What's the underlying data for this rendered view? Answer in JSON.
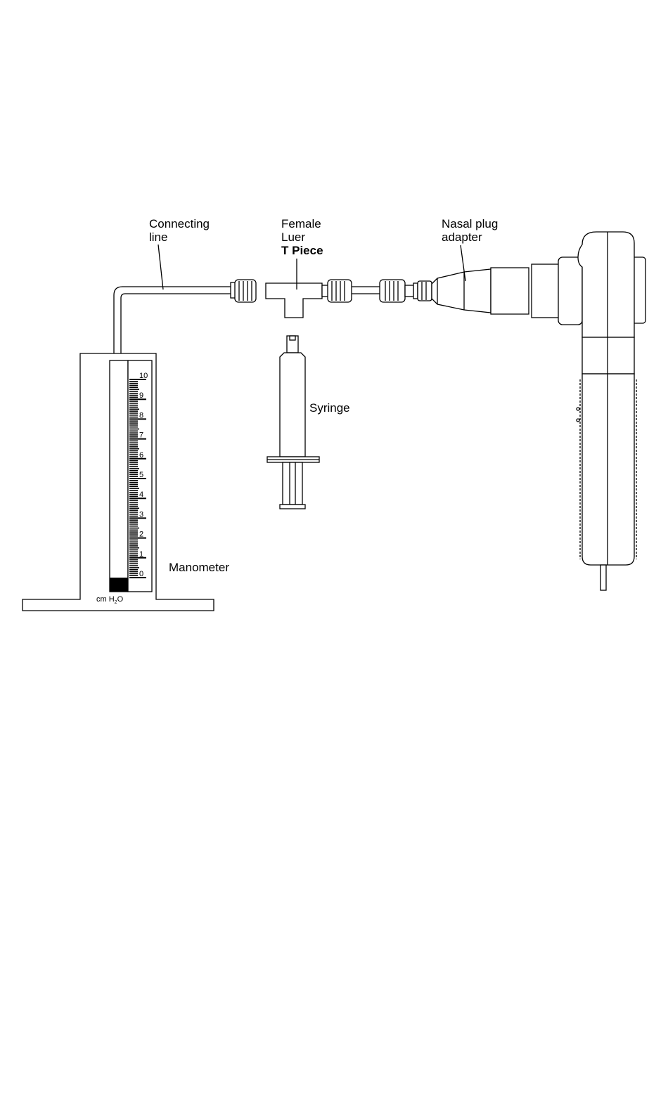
{
  "labels": {
    "connecting_line": [
      "Connecting",
      "line"
    ],
    "t_piece": [
      "Female",
      "Luer",
      "T Piece"
    ],
    "nasal_adapter": [
      "Nasal plug",
      "adapter"
    ],
    "syringe": "Syringe",
    "manometer": "Manometer",
    "unit": {
      "main": "cm H",
      "sub": "2",
      "tail": "O"
    }
  },
  "manometer_scale": {
    "ticks": [
      "0",
      "1",
      "2",
      "3",
      "4",
      "5",
      "6",
      "7",
      "8",
      "9",
      "10"
    ],
    "fill_level": 0
  }
}
